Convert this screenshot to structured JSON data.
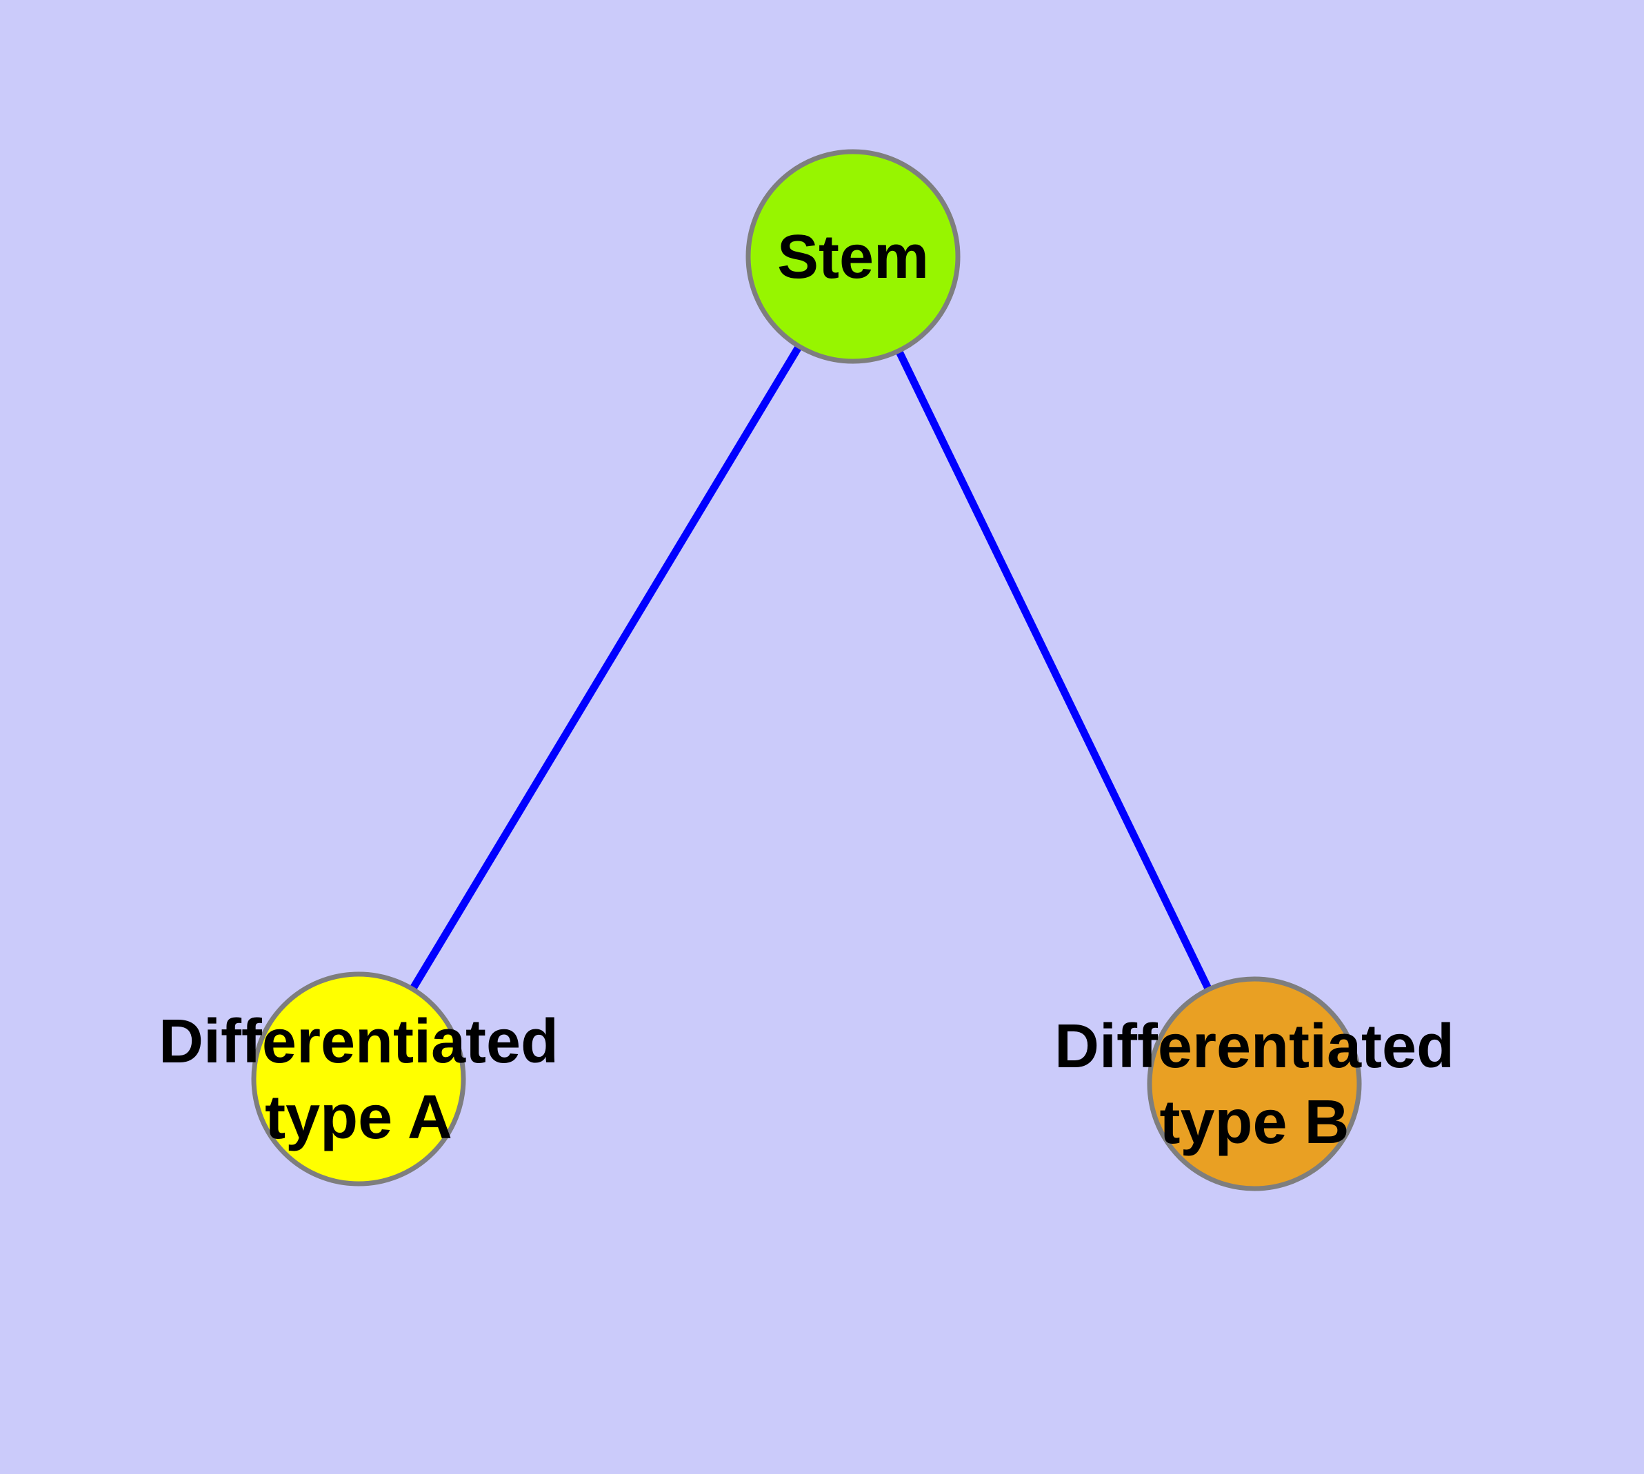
{
  "canvas": {
    "background_color": "#cbcbfa"
  },
  "graph": {
    "style": {
      "edge_color": "#0000ff",
      "node_border_color": "#7e7e7e",
      "label_color": "#000000"
    },
    "nodes": {
      "stem": {
        "label": "Stem",
        "color": "#97f500"
      },
      "type_a": {
        "label_line1": "Differentiated",
        "label_line2": "type A",
        "color": "#ffff00"
      },
      "type_b": {
        "label_line1": "Differentiated",
        "label_line2": "type B",
        "color": "#e9a023"
      }
    },
    "edges": [
      {
        "from": "Stem",
        "to": "Differentiated type A"
      },
      {
        "from": "Stem",
        "to": "Differentiated type B"
      }
    ]
  }
}
